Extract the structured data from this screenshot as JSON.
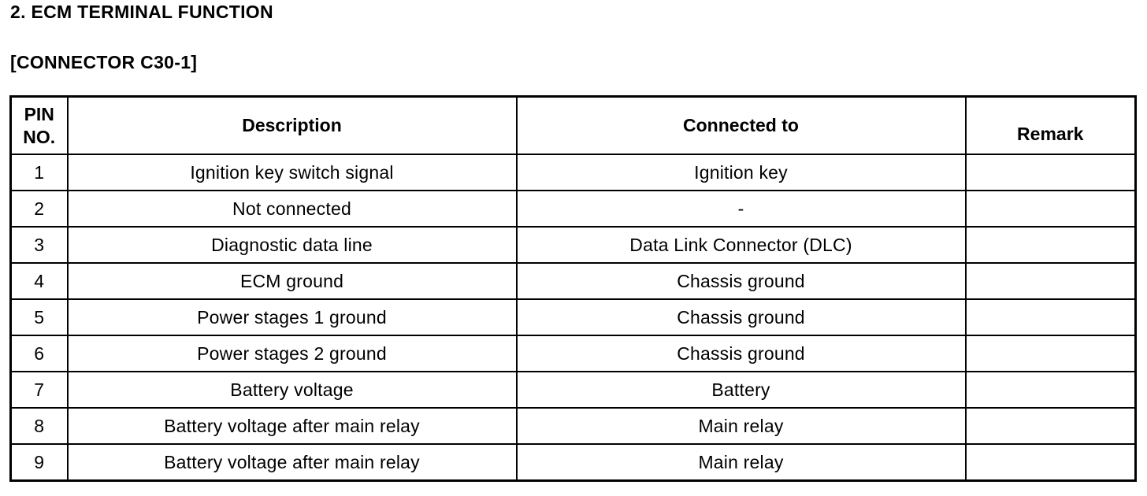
{
  "heading": "2. ECM TERMINAL FUNCTION",
  "subheading": "[CONNECTOR C30-1]",
  "table": {
    "headers": {
      "pin_line1": "PIN",
      "pin_line2": "NO.",
      "description": "Description",
      "connected_to": "Connected to",
      "remark": "Remark"
    },
    "rows": [
      {
        "pin": "1",
        "description": "Ignition key switch signal",
        "connected_to": "Ignition key",
        "remark": ""
      },
      {
        "pin": "2",
        "description": "Not connected",
        "connected_to": "-",
        "remark": ""
      },
      {
        "pin": "3",
        "description": "Diagnostic data line",
        "connected_to": "Data Link Connector (DLC)",
        "remark": ""
      },
      {
        "pin": "4",
        "description": "ECM ground",
        "connected_to": "Chassis ground",
        "remark": ""
      },
      {
        "pin": "5",
        "description": "Power stages 1 ground",
        "connected_to": "Chassis ground",
        "remark": ""
      },
      {
        "pin": "6",
        "description": "Power stages 2 ground",
        "connected_to": "Chassis ground",
        "remark": ""
      },
      {
        "pin": "7",
        "description": "Battery voltage",
        "connected_to": "Battery",
        "remark": ""
      },
      {
        "pin": "8",
        "description": "Battery voltage after main relay",
        "connected_to": "Main relay",
        "remark": ""
      },
      {
        "pin": "9",
        "description": "Battery voltage after main relay",
        "connected_to": "Main relay",
        "remark": ""
      }
    ]
  }
}
